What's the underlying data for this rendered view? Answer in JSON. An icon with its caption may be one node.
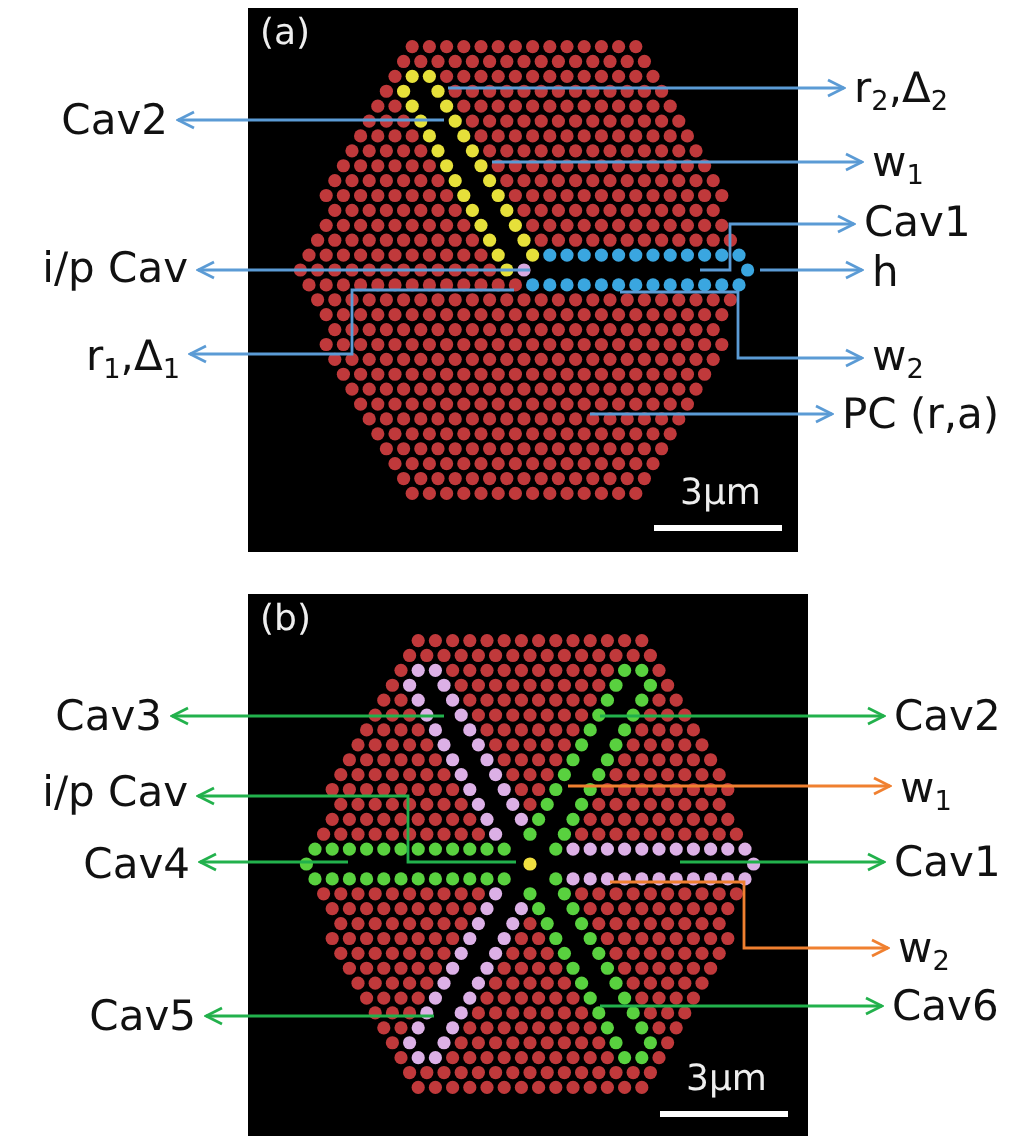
{
  "diagram": {
    "nodes": [
      {
        "text": [
          "r$_{2}$,Δ$_{2}$"
        ]
      },
      {
        "text": [
          "Cav2"
        ]
      },
      {
        "text": [
          "w$_{1}$"
        ]
      },
      {
        "text": [
          "Cav1"
        ]
      },
      {
        "text": [
          "i/p Cav"
        ]
      },
      {
        "text": [
          "h"
        ]
      },
      {
        "text": [
          "r$_{1}$,Δ$_{1}$"
        ]
      },
      {
        "text": [
          "w$_{2}$"
        ]
      },
      {
        "text": [
          "PC (r,a)"
        ]
      },
      {
        "text": [
          "Cav3"
        ]
      },
      {
        "text": [
          "Cav2"
        ]
      },
      {
        "text": [
          "i/p Cav"
        ]
      },
      {
        "text": [
          "w$_{1}$"
        ]
      },
      {
        "text": [
          "Cav4"
        ]
      },
      {
        "text": [
          "Cav1"
        ]
      },
      {
        "text": [
          "w$_{2}$"
        ]
      },
      {
        "text": [
          "Cav5"
        ]
      },
      {
        "text": [
          "Cav6"
        ]
      }
    ],
    "edges": [
      {
        "from": null,
        "to": 0,
        "arrow": "to",
        "color": "#5b9bd5"
      },
      {
        "from": null,
        "to": 1,
        "arrow": "to",
        "color": "#5b9bd5"
      },
      {
        "from": null,
        "to": 2,
        "arrow": "to",
        "color": "#5b9bd5"
      },
      {
        "from": null,
        "to": 3,
        "arrow": "to",
        "color": "#5b9bd5"
      },
      {
        "from": null,
        "to": 4,
        "arrow": "to",
        "color": "#5b9bd5"
      },
      {
        "from": null,
        "to": 5,
        "arrow": "to",
        "color": "#5b9bd5"
      },
      {
        "from": null,
        "to": 6,
        "arrow": "to",
        "color": "#5b9bd5"
      },
      {
        "from": null,
        "to": 7,
        "arrow": "to",
        "color": "#5b9bd5"
      },
      {
        "from": null,
        "to": 8,
        "arrow": "to",
        "color": "#5b9bd5"
      },
      {
        "from": null,
        "to": 9,
        "arrow": "to",
        "color": "#22b14c"
      },
      {
        "from": null,
        "to": 10,
        "arrow": "to",
        "color": "#22b14c"
      },
      {
        "from": null,
        "to": 11,
        "arrow": "to",
        "color": "#22b14c"
      },
      {
        "from": null,
        "to": 12,
        "arrow": "to",
        "color": "#f08030"
      },
      {
        "from": null,
        "to": 13,
        "arrow": "to",
        "color": "#22b14c"
      },
      {
        "from": null,
        "to": 14,
        "arrow": "to",
        "color": "#22b14c"
      },
      {
        "from": null,
        "to": 15,
        "arrow": "to",
        "color": "#f08030"
      },
      {
        "from": null,
        "to": 16,
        "arrow": "to",
        "color": "#22b14c"
      },
      {
        "from": null,
        "to": 17,
        "arrow": "to",
        "color": "#22b14c"
      }
    ],
    "labels": [
      "(a)",
      "3μm",
      "(b)",
      "3μm"
    ]
  }
}
